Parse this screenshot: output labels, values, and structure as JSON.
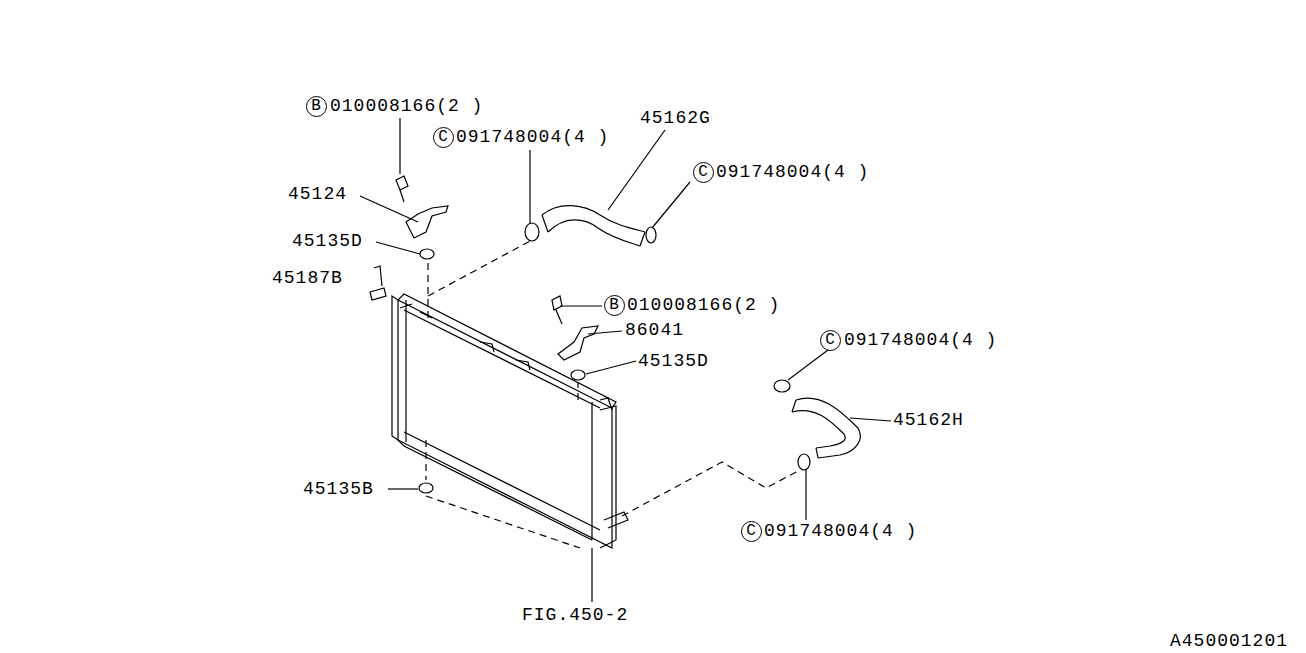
{
  "diagram": {
    "nodes": [
      {
        "text": [
          "B"
        ]
      },
      {
        "text": [
          "C"
        ]
      },
      {
        "text": [
          "C"
        ]
      },
      {
        "text": [
          "B"
        ]
      },
      {
        "text": [
          "C"
        ]
      },
      {
        "text": [
          "C"
        ]
      }
    ],
    "labels": [
      "010008166(2 )",
      "091748004(4 )",
      "45162G",
      "091748004(4 )",
      "45124",
      "45135D",
      "45187B",
      "010008166(2 )",
      "86041",
      "091748004(4 )",
      "45135D",
      "45162H",
      "091748004(4 )",
      "45135B",
      "FIG.450-2",
      "A450001201"
    ]
  }
}
